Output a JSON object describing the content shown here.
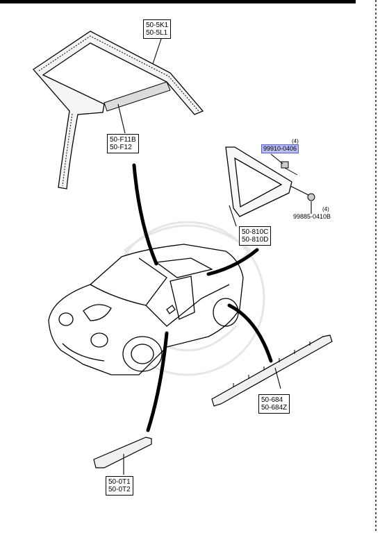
{
  "callouts": {
    "part_5k1": [
      "50-5K1",
      "50-5L1"
    ],
    "part_f11b": [
      "50-F11B",
      "50-F12"
    ],
    "part_810c": [
      "50-810C",
      "50-810D"
    ],
    "part_684": [
      "50-684",
      "50-684Z"
    ],
    "part_0t1": [
      "50-0T1",
      "50-0T2"
    ]
  },
  "hardware": {
    "nut_number": "99910-0406",
    "nut_qty": "(4)",
    "screw_number": "99885-0410B",
    "screw_qty": "(4)"
  },
  "colors": {
    "highlight_fill": "#b8bcf0",
    "highlight_border": "#5a5fc8",
    "line": "#000000"
  }
}
